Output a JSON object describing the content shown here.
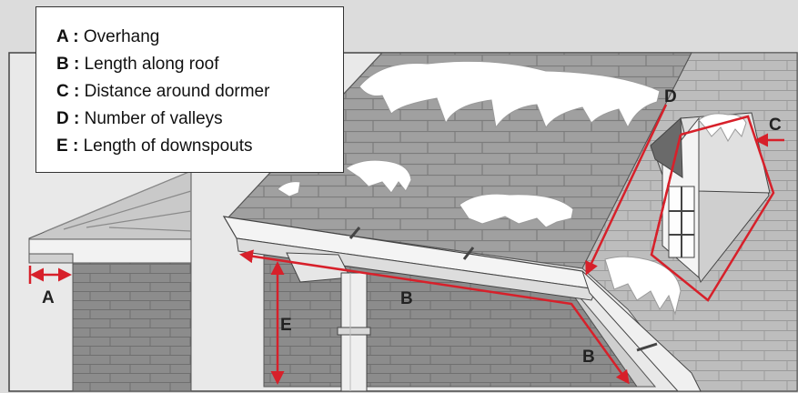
{
  "legend": {
    "items": [
      {
        "key": "A :",
        "text": "Overhang"
      },
      {
        "key": "B :",
        "text": "Length along roof"
      },
      {
        "key": "C :",
        "text": "Distance around dormer"
      },
      {
        "key": "D :",
        "text": "Number of valleys"
      },
      {
        "key": "E :",
        "text": "Length of downspouts"
      }
    ]
  },
  "labels": {
    "a": "A",
    "b1": "B",
    "b2": "B",
    "c": "C",
    "d": "D",
    "e": "E"
  },
  "colors": {
    "measure_red": "#d7202a",
    "wall_gray": "#8a8a8a",
    "roof_gray": "#9a9a9a",
    "snow": "#ffffff"
  }
}
